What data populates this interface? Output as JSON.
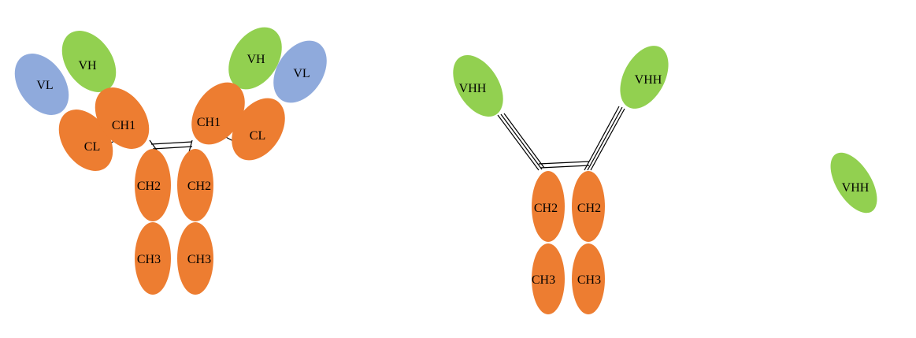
{
  "colors": {
    "constant": "#ED7D31",
    "heavy_variable": "#92D050",
    "light_variable": "#8FAADC",
    "bond": "#000000"
  },
  "labels": {
    "vl": "VL",
    "vh": "VH",
    "ch1": "CH1",
    "cl": "CL",
    "ch2": "CH2",
    "ch3": "CH3",
    "vhh": "VHH"
  }
}
